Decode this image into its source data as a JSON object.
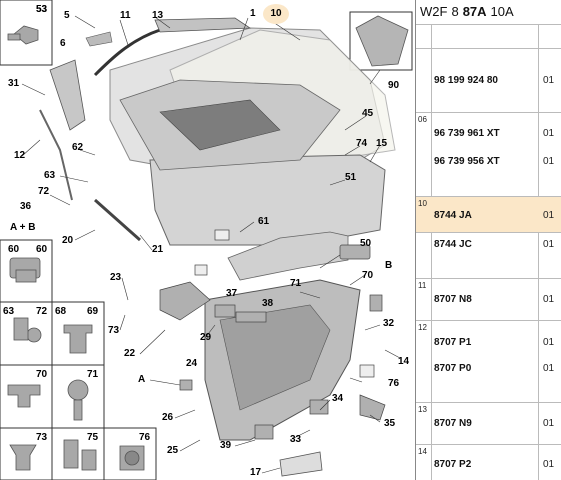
{
  "header": {
    "model": "W2F",
    "code1": "8",
    "code2": "87A",
    "code3": "10A"
  },
  "callouts": [
    "53",
    "5",
    "11",
    "13",
    "1",
    "10",
    "6",
    "31",
    "90",
    "12",
    "62",
    "45",
    "74",
    "15",
    "63",
    "51",
    "72",
    "36",
    "A + B",
    "20",
    "21",
    "60",
    "61",
    "50",
    "23",
    "B",
    "70",
    "71",
    "37",
    "38",
    "73",
    "22",
    "29",
    "32",
    "14",
    "24",
    "A",
    "76",
    "26",
    "34",
    "35",
    "25",
    "39",
    "33",
    "17"
  ],
  "insets": {
    "labels": [
      "53",
      "60",
      "63",
      "72",
      "68",
      "69",
      "70",
      "71",
      "73",
      "75",
      "76"
    ]
  },
  "parts": [
    {
      "idx": "",
      "number": "98 199 924 80",
      "qty": "01"
    },
    {
      "idx": "06",
      "number": "96 739 961 XT",
      "qty": "01"
    },
    {
      "idx": "",
      "number": "96 739 956 XT",
      "qty": "01"
    },
    {
      "idx": "10",
      "number": "8744 JA",
      "qty": "01"
    },
    {
      "idx": "",
      "number": "8744 JC",
      "qty": "01"
    },
    {
      "idx": "11",
      "number": "8707 N8",
      "qty": "01"
    },
    {
      "idx": "12",
      "number": "8707 P1",
      "qty": "01"
    },
    {
      "idx": "",
      "number": "8707 P0",
      "qty": "01"
    },
    {
      "idx": "13",
      "number": "8707 N9",
      "qty": "01"
    },
    {
      "idx": "14",
      "number": "8707 P2",
      "qty": "01"
    }
  ]
}
